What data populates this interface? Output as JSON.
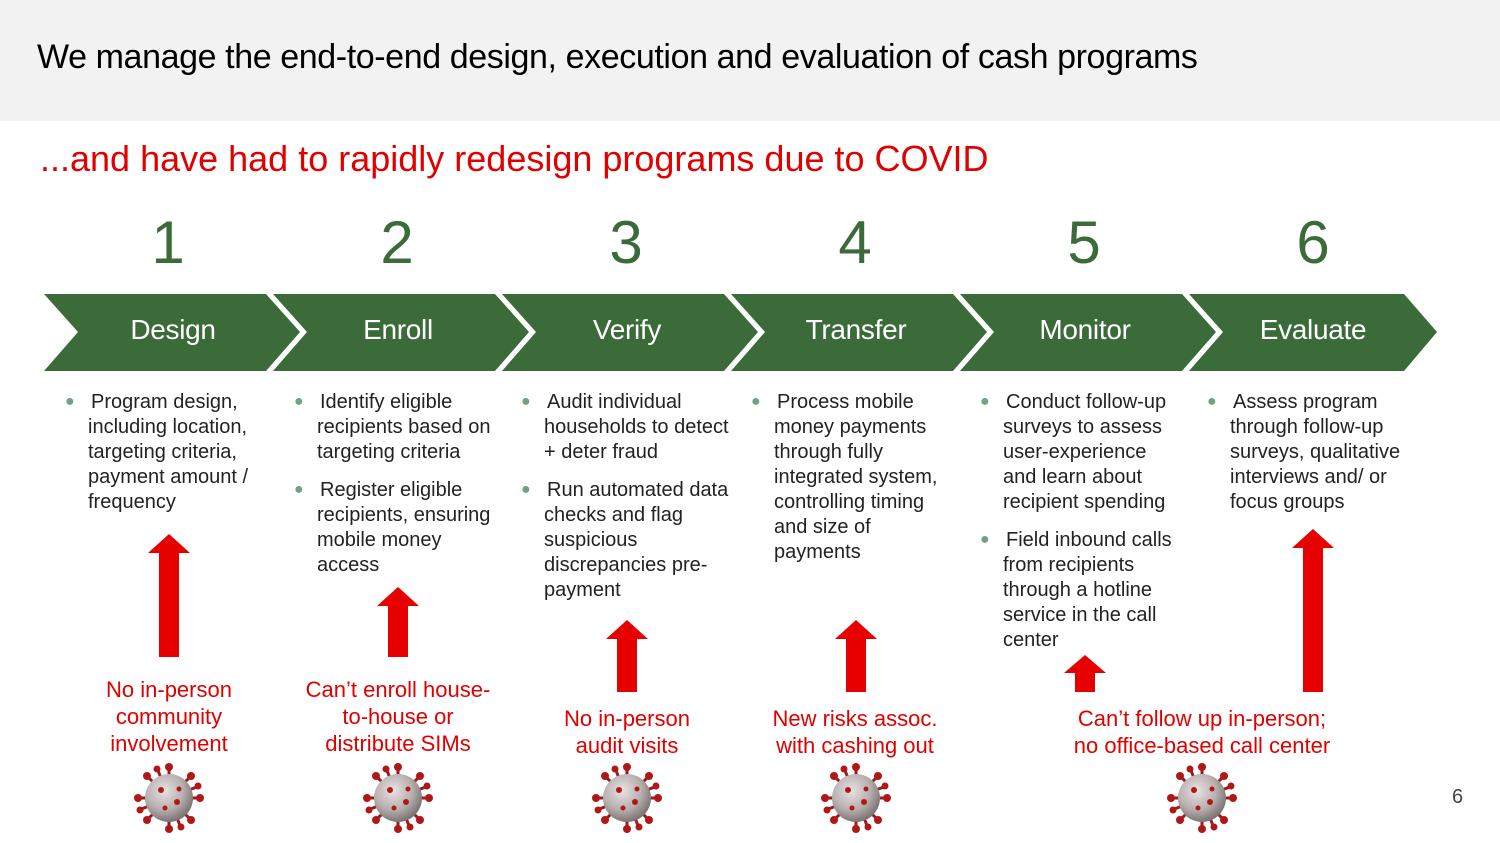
{
  "title": "We manage the end-to-end design, execution and evaluation of cash programs",
  "subtitle": "...and have had to rapidly redesign programs due to COVID",
  "colors": {
    "chevron": "#3a6b38",
    "accent_red": "#e00000",
    "bullet": "#6fa383"
  },
  "steps": [
    {
      "number": "1",
      "label": "Design",
      "bullets": [
        "Program design, including location, targeting criteria, payment amount / frequency"
      ]
    },
    {
      "number": "2",
      "label": "Enroll",
      "bullets": [
        "Identify eligible recipients based on targeting criteria",
        "Register eligible recipients, ensuring mobile money access"
      ]
    },
    {
      "number": "3",
      "label": "Verify",
      "bullets": [
        "Audit individual households to detect + deter fraud",
        "Run automated data checks and flag suspicious discrepancies pre-payment"
      ]
    },
    {
      "number": "4",
      "label": "Transfer",
      "bullets": [
        "Process mobile money payments through fully integrated system, controlling timing and size of payments"
      ]
    },
    {
      "number": "5",
      "label": "Monitor",
      "bullets": [
        "Conduct follow-up surveys to assess user-experience and learn about recipient spending",
        "Field inbound calls from recipients through a hotline service in the call center"
      ]
    },
    {
      "number": "6",
      "label": "Evaluate",
      "bullets": [
        "Assess program through follow-up surveys, qualitative interviews and/ or focus groups"
      ]
    }
  ],
  "impacts": [
    {
      "lines": [
        "No in-person",
        "community",
        "involvement"
      ]
    },
    {
      "lines": [
        "Can’t enroll house-",
        "to-house or",
        "distribute SIMs"
      ]
    },
    {
      "lines": [
        "No in-person",
        "audit visits"
      ]
    },
    {
      "lines": [
        "New risks assoc.",
        "with cashing out"
      ]
    },
    {
      "lines": [
        "Can’t follow up in-person;",
        "no office-based call center"
      ]
    }
  ],
  "page_number": "6"
}
